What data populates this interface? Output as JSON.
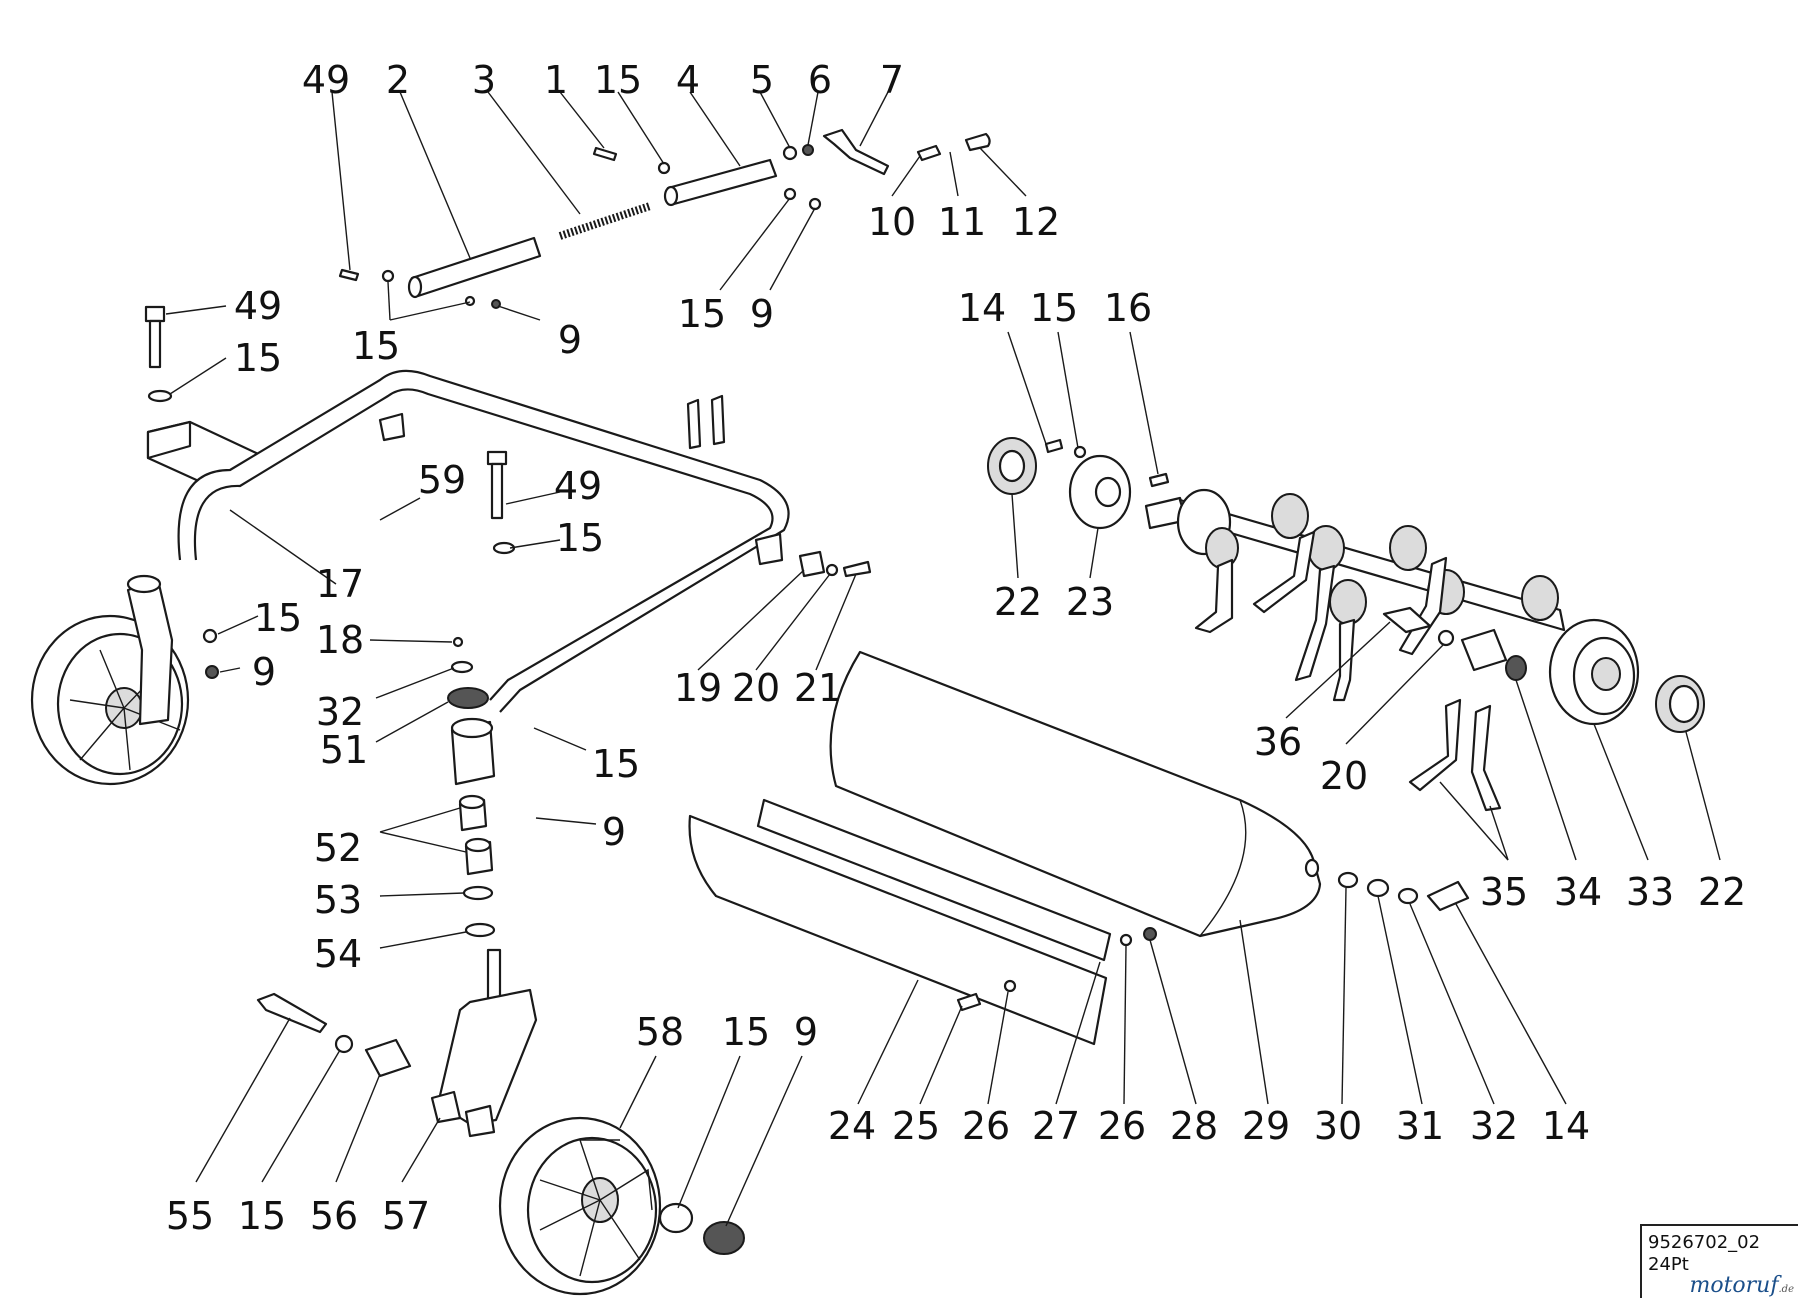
{
  "labels": [
    {
      "id": "49a",
      "text": "49"
    },
    {
      "id": "2",
      "text": "2"
    },
    {
      "id": "3",
      "text": "3"
    },
    {
      "id": "1",
      "text": "1"
    },
    {
      "id": "15a",
      "text": "15"
    },
    {
      "id": "4",
      "text": "4"
    },
    {
      "id": "5",
      "text": "5"
    },
    {
      "id": "6",
      "text": "6"
    },
    {
      "id": "7",
      "text": "7"
    },
    {
      "id": "10",
      "text": "10"
    },
    {
      "id": "11",
      "text": "11"
    },
    {
      "id": "12",
      "text": "12"
    },
    {
      "id": "15b",
      "text": "15"
    },
    {
      "id": "9a",
      "text": "9"
    },
    {
      "id": "49b",
      "text": "49"
    },
    {
      "id": "15c",
      "text": "15"
    },
    {
      "id": "15d",
      "text": "15"
    },
    {
      "id": "9b",
      "text": "9"
    },
    {
      "id": "14a",
      "text": "14"
    },
    {
      "id": "15e",
      "text": "15"
    },
    {
      "id": "16",
      "text": "16"
    },
    {
      "id": "59",
      "text": "59"
    },
    {
      "id": "49c",
      "text": "49"
    },
    {
      "id": "15f",
      "text": "15"
    },
    {
      "id": "17",
      "text": "17"
    },
    {
      "id": "22a",
      "text": "22"
    },
    {
      "id": "23",
      "text": "23"
    },
    {
      "id": "15g",
      "text": "15"
    },
    {
      "id": "9c",
      "text": "9"
    },
    {
      "id": "18",
      "text": "18"
    },
    {
      "id": "32a",
      "text": "32"
    },
    {
      "id": "51",
      "text": "51"
    },
    {
      "id": "19",
      "text": "19"
    },
    {
      "id": "20a",
      "text": "20"
    },
    {
      "id": "21",
      "text": "21"
    },
    {
      "id": "36",
      "text": "36"
    },
    {
      "id": "20b",
      "text": "20"
    },
    {
      "id": "15h",
      "text": "15"
    },
    {
      "id": "9d",
      "text": "9"
    },
    {
      "id": "52",
      "text": "52"
    },
    {
      "id": "53",
      "text": "53"
    },
    {
      "id": "54",
      "text": "54"
    },
    {
      "id": "35",
      "text": "35"
    },
    {
      "id": "34",
      "text": "34"
    },
    {
      "id": "33",
      "text": "33"
    },
    {
      "id": "22b",
      "text": "22"
    },
    {
      "id": "58",
      "text": "58"
    },
    {
      "id": "15i",
      "text": "15"
    },
    {
      "id": "9e",
      "text": "9"
    },
    {
      "id": "24",
      "text": "24"
    },
    {
      "id": "25",
      "text": "25"
    },
    {
      "id": "26a",
      "text": "26"
    },
    {
      "id": "27",
      "text": "27"
    },
    {
      "id": "26b",
      "text": "26"
    },
    {
      "id": "28",
      "text": "28"
    },
    {
      "id": "29",
      "text": "29"
    },
    {
      "id": "30",
      "text": "30"
    },
    {
      "id": "31",
      "text": "31"
    },
    {
      "id": "32b",
      "text": "32"
    },
    {
      "id": "14b",
      "text": "14"
    },
    {
      "id": "55",
      "text": "55"
    },
    {
      "id": "15j",
      "text": "15"
    },
    {
      "id": "56",
      "text": "56"
    },
    {
      "id": "57",
      "text": "57"
    }
  ],
  "drawing_code": {
    "code": "9526702_02",
    "sub": "24Pt",
    "brand": "motoruf",
    "brand_ext": ".de"
  }
}
